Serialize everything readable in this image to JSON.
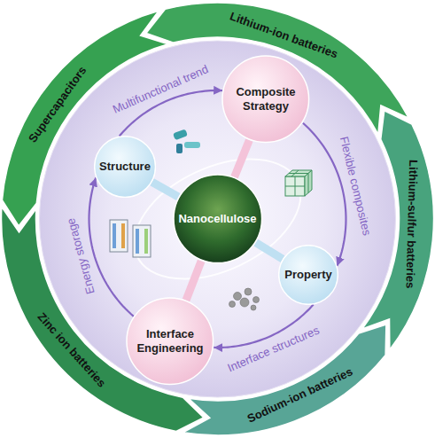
{
  "diagram": {
    "nodes": [
      {
        "text": [
          "Lithium-ion batteries"
        ]
      },
      {
        "text": [
          "Lithium-sulfur batteries"
        ]
      },
      {
        "text": [
          "Sodium-ion batteries"
        ]
      },
      {
        "text": [
          "Zinc ion batteries"
        ]
      },
      {
        "text": [
          "Supercapacitors"
        ]
      },
      {
        "text": [
          "Composite Strategy"
        ]
      },
      {
        "text": [
          "Structure"
        ]
      },
      {
        "text": [
          "Nanocellulose"
        ]
      },
      {
        "text": [
          "Property"
        ]
      },
      {
        "text": [
          "Interface Engineering"
        ]
      }
    ],
    "edges": [
      {
        "from": 6,
        "to": 5,
        "label": "Multifunctional trend",
        "arrow": "to"
      },
      {
        "from": 5,
        "to": 8,
        "label": "Flexible composites",
        "arrow": "to"
      },
      {
        "from": 8,
        "to": 9,
        "label": "Interface structures",
        "arrow": "to"
      },
      {
        "from": 9,
        "to": 6,
        "label": "Energy storage",
        "arrow": "to"
      },
      {
        "from": 7,
        "to": 5,
        "arrow": "none"
      },
      {
        "from": 7,
        "to": 6,
        "arrow": "none"
      },
      {
        "from": 7,
        "to": 8,
        "arrow": "none"
      },
      {
        "from": 7,
        "to": 9,
        "arrow": "none"
      }
    ]
  }
}
